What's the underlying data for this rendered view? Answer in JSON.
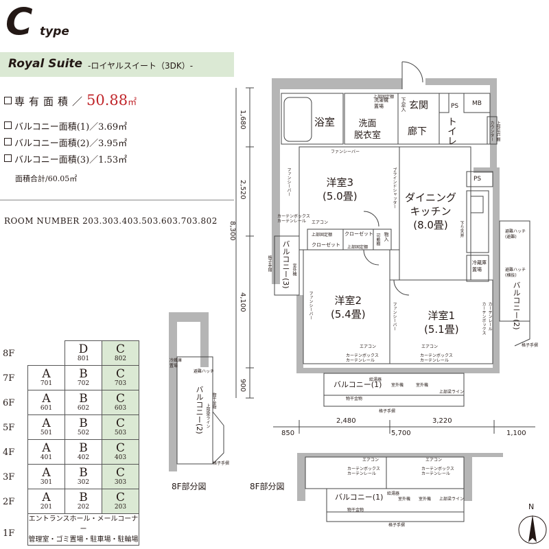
{
  "header": {
    "type_letter": "C",
    "type_word": "type",
    "plan_name": "Royal Suite",
    "plan_sub": "-ロイヤルスイート（3DK）-"
  },
  "areas": {
    "exclusive_label": "専有面積／",
    "exclusive_value": "50.88",
    "exclusive_unit": "㎡",
    "balcony1": "バルコニー面積(1)／3.69㎡",
    "balcony2": "バルコニー面積(2)／3.95㎡",
    "balcony3": "バルコニー面積(3)／1.53㎡",
    "total": "面積合計/60.05㎡"
  },
  "room_number": "ROOM NUMBER 203.303.403.503.603.703.802",
  "floors": [
    {
      "floor": "8F",
      "units": [
        null,
        {
          "letter": "D",
          "num": "801"
        },
        {
          "letter": "C",
          "num": "802"
        }
      ]
    },
    {
      "floor": "7F",
      "units": [
        {
          "letter": "A",
          "num": "701"
        },
        {
          "letter": "B",
          "num": "702"
        },
        {
          "letter": "C",
          "num": "703"
        }
      ]
    },
    {
      "floor": "6F",
      "units": [
        {
          "letter": "A",
          "num": "601"
        },
        {
          "letter": "B",
          "num": "602"
        },
        {
          "letter": "C",
          "num": "603"
        }
      ]
    },
    {
      "floor": "5F",
      "units": [
        {
          "letter": "A",
          "num": "501"
        },
        {
          "letter": "B",
          "num": "502"
        },
        {
          "letter": "C",
          "num": "503"
        }
      ]
    },
    {
      "floor": "4F",
      "units": [
        {
          "letter": "A",
          "num": "401"
        },
        {
          "letter": "B",
          "num": "402"
        },
        {
          "letter": "C",
          "num": "403"
        }
      ]
    },
    {
      "floor": "3F",
      "units": [
        {
          "letter": "A",
          "num": "301"
        },
        {
          "letter": "B",
          "num": "302"
        },
        {
          "letter": "C",
          "num": "303"
        }
      ]
    },
    {
      "floor": "2F",
      "units": [
        {
          "letter": "A",
          "num": "201"
        },
        {
          "letter": "B",
          "num": "202"
        },
        {
          "letter": "C",
          "num": "203"
        }
      ]
    }
  ],
  "first_floor": {
    "label": "1F",
    "line1": "エントランスホール・メールコーナー",
    "line2": "管理室・ゴミ置場・駐車場・駐輪場"
  },
  "plan": {
    "bath": "浴室",
    "washroom": "洗面\n脱衣室",
    "washer": "洗濯機\n置場",
    "upper_shelf": "上部固定棚",
    "shoe": "下足入",
    "entrance": "玄関",
    "corridor": "廊下",
    "toilet": "トイレ",
    "ps1": "PS",
    "ps2": "PS",
    "mb": "MB",
    "counter": "上部吊戸棚\nカウンター",
    "room3": "洋室3\n(5.0畳)",
    "dk": "ダイニング\nキッチン\n(8.0畳)",
    "room2": "洋室2\n(5.4畳)",
    "room1": "洋室1\n(5.1畳)",
    "closet1": "クローゼット",
    "closet2": "クローゼット",
    "fixed_shelf": "上部固定棚",
    "fixed_shelf2": "上部固定棚",
    "storage": "物入",
    "movable": "可動棚",
    "fridge": "冷蔵庫\n置場",
    "balcony1": "バルコニー(1)",
    "balcony2": "バルコニー(2)",
    "balcony3": "バルコニー(3)",
    "shutter1": "避難ハッチ\n(避難)",
    "shutter2": "避難ハッチ\n(横抜)",
    "outdoor1": "室外機",
    "outdoor2": "室外機",
    "outdoor3": "室外機",
    "aircon1": "エアコン",
    "aircon2": "エアコン",
    "aircon3": "エアコン",
    "curtain1": "カーテンボックス\nカーテンレール",
    "curtain2": "カーテンボックス\nカーテンレール",
    "curtain3": "カーテンボックス\nカーテンレール",
    "curtain4": "カーテンレール\nカーテンボックス",
    "fancy1": "ファンシーバー",
    "fancy2": "ファンシーバー",
    "fancy3": "ファンシーバー",
    "fancy4": "ファンシーバー",
    "blind": "ブラインドシャッター",
    "gas": "給湯器",
    "lattice1": "格子手摺",
    "lattice2": "格子手摺",
    "lattice3": "格子手摺",
    "handrail": "物干金物",
    "kitchen_mark": "下り天井",
    "upper_line": "上部梁ライン",
    "dims": {
      "v1680": "1,680",
      "v2520": "2,520",
      "v8300": "8,300",
      "v4100": "4,100",
      "v900": "900",
      "h2480": "2,480",
      "h3220": "3,220",
      "h850": "850",
      "h5700": "5,700",
      "h1100": "1,100"
    },
    "partial1": "8F部分図",
    "partial2": "8F部分図",
    "partial_storage": "冷蔵庫\n置場",
    "partial_shutter": "避難ハッチ",
    "partial_balcony": "バルコニー(2)",
    "partial_handrail": "物干金物",
    "partial_line": "上部梁ライン",
    "partial_lattice": "格子手摺",
    "p8_aircon1": "エアコン",
    "p8_aircon2": "エアコン",
    "p8_curtain1": "カーテンボックス\nカーテンレール",
    "p8_curtain2": "カーテンボックス\nカーテンレール",
    "p8_balcony": "バルコニー(1)",
    "p8_gas": "給湯器",
    "p8_outdoor1": "室外機",
    "p8_outdoor2": "室外機",
    "p8_line": "上部梁ライン",
    "p8_handrail": "物干金物",
    "p8_lattice": "格子手摺"
  },
  "compass": "N"
}
